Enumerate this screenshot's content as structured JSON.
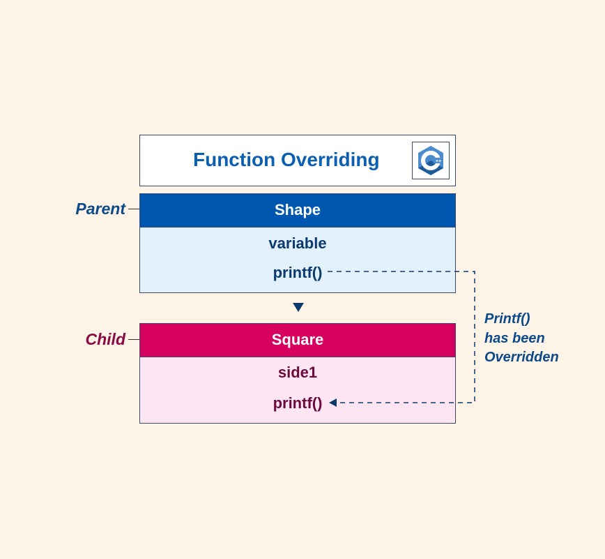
{
  "title": "Function Overriding",
  "logo": "C++",
  "parent": {
    "label": "Parent",
    "class_name": "Shape",
    "members": [
      "variable",
      "printf()"
    ]
  },
  "child": {
    "label": "Child",
    "class_name": "Square",
    "members": [
      "side1",
      "printf()"
    ]
  },
  "note": [
    "Printf()",
    "has been",
    "Overridden"
  ],
  "colors": {
    "background": "#fdf3e6",
    "parent_header": "#0057b0",
    "parent_body": "#e3f1fc",
    "child_header": "#d6005f",
    "child_body": "#fde6f1"
  }
}
